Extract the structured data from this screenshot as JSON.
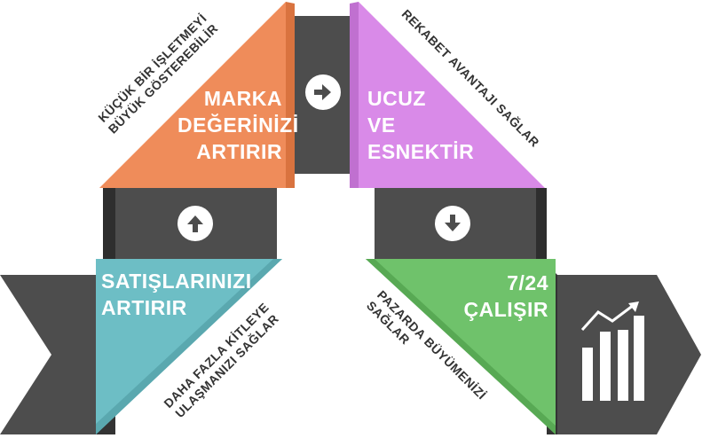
{
  "steps": {
    "sales": {
      "title_lines": [
        "SATIŞLARINIZI",
        "ARTIRIR"
      ],
      "note_lines": [
        "DAHA FAZLA KİTLEYE",
        "ULAŞMANIZI SAĞLAR"
      ],
      "color": "#6dbec5"
    },
    "brand": {
      "title_lines": [
        "MARKA",
        "DEĞERİNİZİ",
        "ARTIRIR"
      ],
      "note_lines": [
        "KÜÇÜK BİR İŞLETMEYİ",
        "BÜYÜK GÖSTEREBİLİR"
      ],
      "color": "#ef8c5a"
    },
    "cheap": {
      "title_lines": [
        "UCUZ",
        "VE",
        "ESNEKTİR"
      ],
      "note_lines": [
        "REKABET AVANTAJI SAĞLAR"
      ],
      "color": "#d98ae8"
    },
    "always": {
      "title_lines": [
        "7/24",
        "ÇALIŞIR"
      ],
      "note_lines": [
        "PAZARDA BÜYÜMENİZİ",
        "SAĞLAR"
      ],
      "color": "#6fc26b"
    }
  },
  "icons": {
    "up": "arrow-up-icon",
    "right": "arrow-right-icon",
    "down": "arrow-down-icon",
    "growth": "growth-chart-icon"
  },
  "colors": {
    "ribbon": "#4d4d4d",
    "ribbon_dark": "#3a3a3a",
    "text_dark": "#333333"
  }
}
